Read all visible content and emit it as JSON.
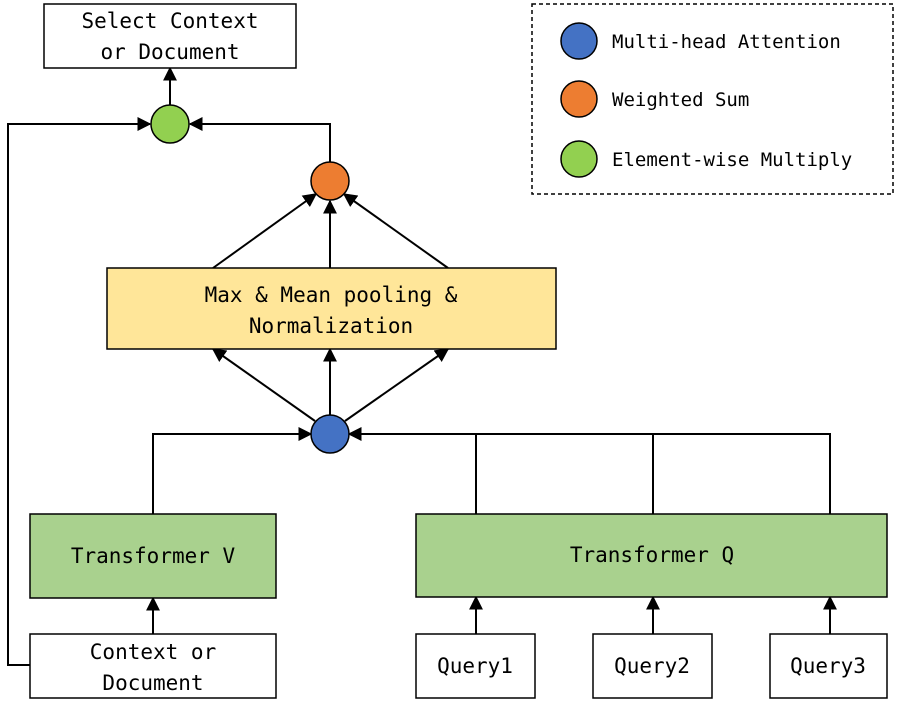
{
  "nodes": {
    "select_output": {
      "lines": [
        "Select Context",
        "or Document"
      ]
    },
    "pooling": {
      "lines": [
        "Max & Mean pooling &",
        "Normalization"
      ]
    },
    "transformer_v": {
      "label": "Transformer V"
    },
    "transformer_q": {
      "label": "Transformer Q"
    },
    "context_input": {
      "lines": [
        "Context or",
        "Document"
      ]
    },
    "query1": {
      "label": "Query1"
    },
    "query2": {
      "label": "Query2"
    },
    "query3": {
      "label": "Query3"
    }
  },
  "legend": {
    "items": [
      {
        "label": "Multi-head Attention",
        "color": "#4472c4"
      },
      {
        "label": "Weighted Sum",
        "color": "#ed7d31"
      },
      {
        "label": "Element-wise Multiply",
        "color": "#92d050"
      }
    ]
  },
  "colors": {
    "attention": "#4472c4",
    "weighted_sum": "#ed7d31",
    "multiply": "#92d050",
    "transformer_fill": "#a9d18e",
    "pooling_fill": "#ffe699",
    "stroke": "#000000"
  }
}
